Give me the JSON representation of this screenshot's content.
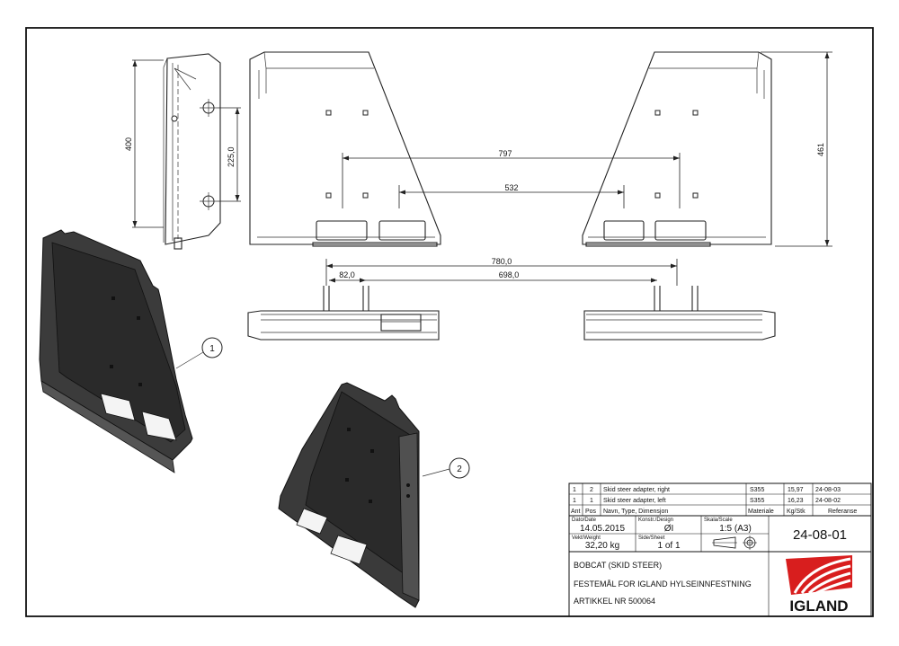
{
  "dimensions": {
    "height_400": "400",
    "height_225": "225,0",
    "width_797": "797",
    "width_532": "532",
    "height_461": "461",
    "width_780": "780,0",
    "width_82": "82,0",
    "width_698": "698,0"
  },
  "balloons": {
    "b1": "1",
    "b2": "2"
  },
  "bom": {
    "rows": [
      {
        "ant": "1",
        "pos": "2",
        "name": "Skid steer adapter, right",
        "material": "S355",
        "kg": "15,97",
        "ref": "24-08-03"
      },
      {
        "ant": "1",
        "pos": "1",
        "name": "Skid steer adapter, left",
        "material": "S355",
        "kg": "16,23",
        "ref": "24-08-02"
      }
    ],
    "header": {
      "ant": "Ant",
      "pos": "Pos",
      "name": "Navn, Type, Dimensjon",
      "material": "Materiale",
      "kg": "Kg/Stk",
      "ref": "Referanse"
    }
  },
  "titleblock": {
    "date_label": "Dato/Date",
    "date": "14.05.2015",
    "design_label": "Konstr./Design",
    "design": "ØI",
    "scale_label": "Skala/Scale",
    "scale": "1:5 (A3)",
    "weight_label": "Vekt/Weight",
    "weight": "32,20 kg",
    "sheet_label": "Side/Sheet",
    "sheet": "1 of 1",
    "drawing_number": "24-08-01",
    "line1": "BOBCAT (SKID STEER)",
    "line2": "FESTEMÅL FOR IGLAND HYLSEINNFESTNING",
    "line3": "ARTIKKEL NR 500064"
  },
  "logo": {
    "text": "IGLAND",
    "color_red": "#d81e1e"
  }
}
